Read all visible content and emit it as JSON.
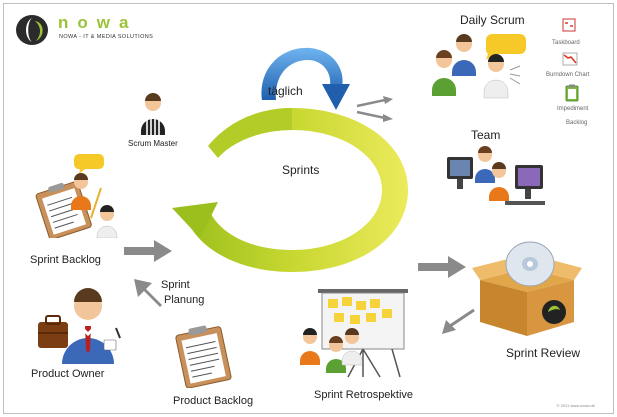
{
  "brand": {
    "name": "nowa",
    "tagline": "NOWA - IT & MEDIA SOLUTIONS",
    "primary_color": "#9cc23a"
  },
  "labels": {
    "daily_scrum": "Daily Scrum",
    "taskboard": "Taskboard",
    "burndown_chart": "Burndown Chart",
    "impediment_backlog_1": "Impediment",
    "impediment_backlog_2": "Backlog",
    "team": "Team",
    "daily": "täglich",
    "sprints": "Sprints",
    "scrum_master": "Scrum Master",
    "sprint_backlog": "Sprint Backlog",
    "sprint_planning_1": "Sprint",
    "sprint_planning_2": "Planung",
    "product_owner": "Product Owner",
    "product_backlog": "Product Backlog",
    "sprint_retrospective": "Sprint Retrospektive",
    "sprint_review": "Sprint Review"
  },
  "footer": {
    "copyright": "© 2011 www.nowa.de"
  },
  "colors": {
    "cycle_green": "#a9c61c",
    "cycle_yellow": "#e6e44a",
    "daily_blue": "#2e79c9",
    "arrow_gray": "#8a8a8a",
    "shirt_orange": "#e8781a",
    "shirt_blue": "#3b68b8",
    "shirt_green": "#5aa032"
  }
}
